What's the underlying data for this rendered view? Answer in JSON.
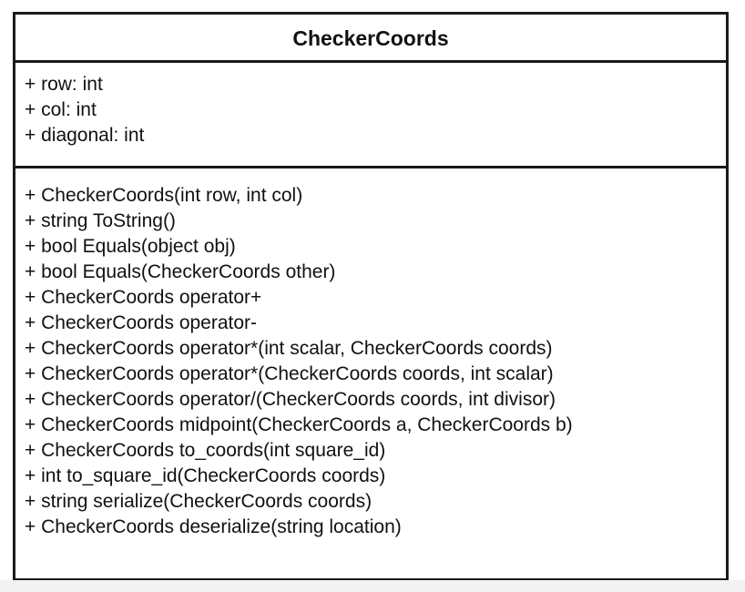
{
  "class": {
    "name": "CheckerCoords",
    "attributes": [
      "+ row: int",
      "+ col: int",
      "+ diagonal: int"
    ],
    "methods": [
      "+ CheckerCoords(int row, int col)",
      "+ string ToString()",
      "+ bool Equals(object obj)",
      "+ bool Equals(CheckerCoords other)",
      "+ CheckerCoords operator+",
      "+ CheckerCoords operator-",
      "+ CheckerCoords operator*(int scalar, CheckerCoords coords)",
      "+ CheckerCoords operator*(CheckerCoords coords, int scalar)",
      "+ CheckerCoords operator/(CheckerCoords coords, int divisor)",
      "+ CheckerCoords midpoint(CheckerCoords a, CheckerCoords b)",
      "+ CheckerCoords to_coords(int square_id)",
      "+ int to_square_id(CheckerCoords coords)",
      "+ string serialize(CheckerCoords coords)",
      "+ CheckerCoords deserialize(string location)"
    ]
  },
  "colors": {
    "border": "#1a1a1a",
    "text": "#111111",
    "background": "#ffffff"
  }
}
